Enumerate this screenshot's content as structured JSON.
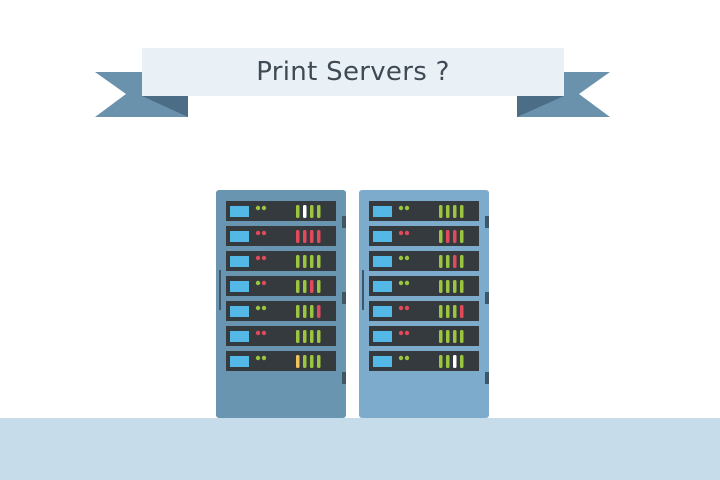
{
  "banner": {
    "title": "Print Servers ?"
  },
  "colors": {
    "banner_fill": "#e9f1f6",
    "ribbon": "#6b92ad",
    "ribbon_fold": "#4b6d85",
    "floor": "#c7dceb",
    "rack_left": "#6a95b1",
    "rack_right": "#7cabcb",
    "unit": "#353a3f",
    "screen": "#53b8e6",
    "led_green": "#9cc53f",
    "led_red": "#e2495a",
    "led_white": "#ffffff",
    "led_yellow": "#f2c35c"
  },
  "racks": [
    {
      "name": "left",
      "units": [
        {
          "dots": "green",
          "bars": [
            "green",
            "white",
            "green",
            "green"
          ]
        },
        {
          "dots": "red",
          "bars": [
            "red",
            "red",
            "red",
            "red"
          ]
        },
        {
          "dots": "red",
          "bars": [
            "green",
            "green",
            "green",
            "green"
          ]
        },
        {
          "dots": "mixed",
          "bars": [
            "green",
            "green",
            "red",
            "green"
          ]
        },
        {
          "dots": "green",
          "bars": [
            "green",
            "green",
            "green",
            "red"
          ]
        },
        {
          "dots": "red",
          "bars": [
            "green",
            "green",
            "green",
            "green"
          ]
        },
        {
          "dots": "green",
          "bars": [
            "yellow",
            "green",
            "green",
            "green"
          ]
        }
      ]
    },
    {
      "name": "right",
      "units": [
        {
          "dots": "green",
          "bars": [
            "green",
            "green",
            "green",
            "green"
          ]
        },
        {
          "dots": "red",
          "bars": [
            "green",
            "red",
            "red",
            "green"
          ]
        },
        {
          "dots": "green",
          "bars": [
            "green",
            "green",
            "red",
            "green"
          ]
        },
        {
          "dots": "green",
          "bars": [
            "green",
            "green",
            "green",
            "green"
          ]
        },
        {
          "dots": "red",
          "bars": [
            "green",
            "green",
            "green",
            "red"
          ]
        },
        {
          "dots": "red",
          "bars": [
            "green",
            "green",
            "green",
            "green"
          ]
        },
        {
          "dots": "green",
          "bars": [
            "green",
            "green",
            "white",
            "green"
          ]
        }
      ]
    }
  ]
}
